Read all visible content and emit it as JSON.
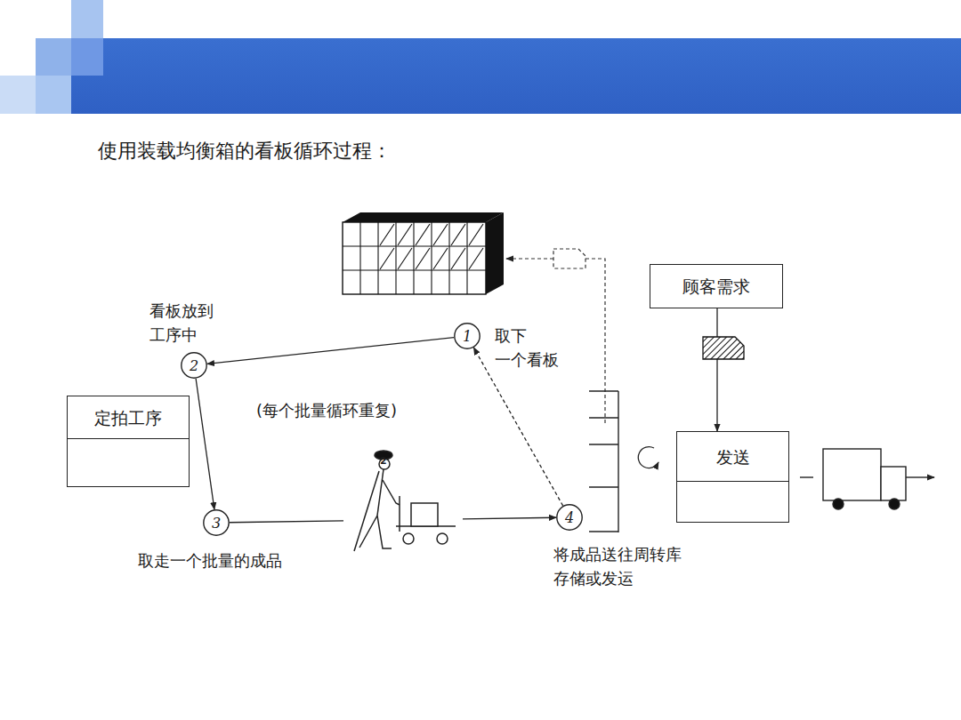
{
  "diagram": {
    "title": "使用装载均衡箱的看板循环过程：",
    "nodes": [
      {
        "text": [
          "定拍工序"
        ]
      },
      {
        "text": [
          "1"
        ]
      },
      {
        "text": [
          "2"
        ]
      },
      {
        "text": [
          "3"
        ]
      },
      {
        "text": [
          "4"
        ]
      },
      {
        "text": [
          "顾客需求"
        ]
      },
      {
        "text": [
          "发送"
        ]
      }
    ],
    "edges": [
      {
        "from": 1,
        "to": 2,
        "arrow": "to"
      },
      {
        "from": 2,
        "to": 3,
        "arrow": "to"
      },
      {
        "from": 3,
        "to": 4,
        "arrow": "to"
      },
      {
        "from": 4,
        "to": 1,
        "arrow": "to"
      },
      {
        "from": 5,
        "to": 6,
        "arrow": "to"
      }
    ],
    "labels": [
      "看板放到 工序中",
      "取下 一个看板",
      "(每个批量循环重复)",
      "取走一个批量的成品",
      "将成品送往周转库 存储或发运",
      "2"
    ]
  }
}
